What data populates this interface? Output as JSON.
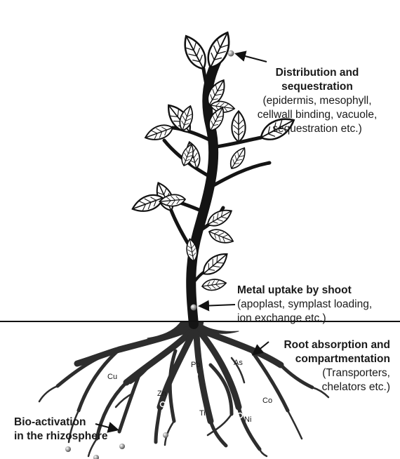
{
  "labels": {
    "distribution": {
      "title_line1": "Distribution and",
      "title_line2": "sequestration",
      "detail": [
        "(epidermis, mesophyll,",
        "cellwall binding, vacuole,",
        "sequestration etc.)"
      ]
    },
    "shoot": {
      "title": "Metal uptake by shoot",
      "detail": [
        "(apoplast, symplast loading,",
        "ion exchange etc.)"
      ]
    },
    "root": {
      "title_line1": "Root absorption and",
      "title_line2": "compartmentation",
      "detail": [
        "(Transporters,",
        "chelators etc.)"
      ]
    },
    "rhizosphere": {
      "title_line1": "Bio-activation",
      "title_line2": "in the rhizosphere"
    }
  },
  "metals": [
    "Cu",
    "Zn",
    "Pb",
    "Ti",
    "As",
    "Ni",
    "Co"
  ],
  "colors": {
    "plant": "#141414",
    "leaf_fill": "#ffffff",
    "root": "#2d2d2d",
    "particle": "#9a9a9a"
  }
}
